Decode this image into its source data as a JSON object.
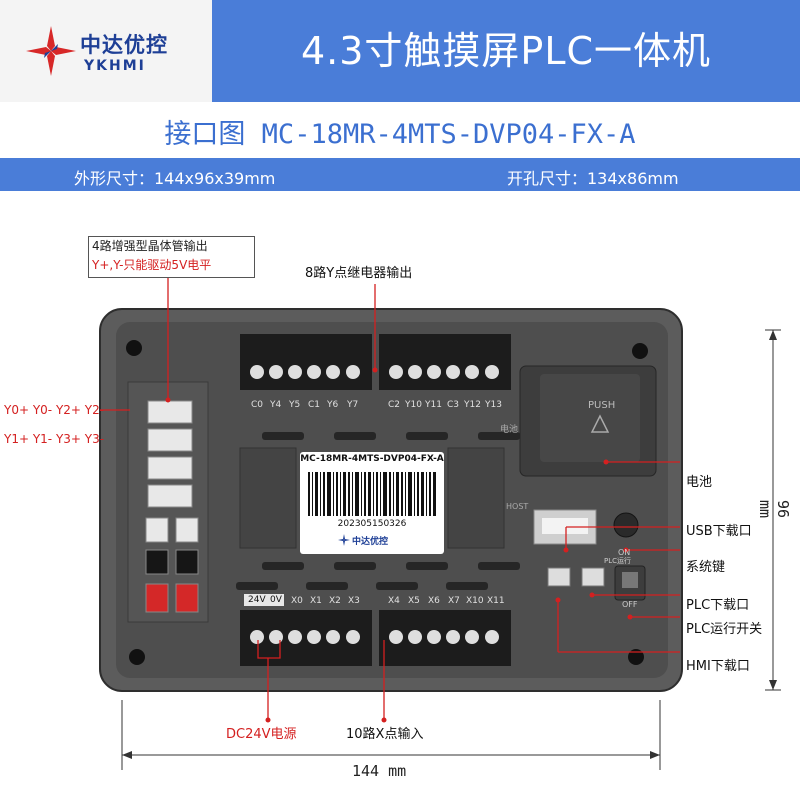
{
  "header": {
    "brand_name": "中达优控",
    "brand_sub": "YKHMI",
    "title": "4.3寸触摸屏PLC一体机",
    "brand_color": "#1e3f96",
    "bar_color": "#4a7dd8"
  },
  "subtitle": "接口图 MC-18MR-4MTS-DVP04-FX-A",
  "specs": {
    "outer": "外形尺寸：144x96x39mm",
    "cutout": "开孔尺寸：134x86mm"
  },
  "sticker": {
    "model": "MC-18MR-4MTS-DVP04-FX-A",
    "serial": "202305150326",
    "brand": "中达优控"
  },
  "callouts": {
    "transistor_note_1": "4路增强型晶体管输出",
    "transistor_note_2": "Y+,Y-只能驱动5V电平",
    "relay_out": "8路Y点继电器输出",
    "battery": "电池",
    "usb": "USB下载口",
    "sys_key": "系统键",
    "plc_dl": "PLC下载口",
    "run_switch": "PLC运行开关",
    "hmi_dl": "HMI下载口",
    "power": "DC24V电源",
    "inputs": "10路X点输入",
    "y_row1": "Y0+ Y0- Y2+ Y2-",
    "y_row2": "Y1+ Y1- Y3+ Y3-"
  },
  "dimensions": {
    "height": "96 mm",
    "width": "144 mm"
  },
  "terminals_top_left": [
    "C0",
    "Y4",
    "Y5",
    "C1",
    "Y6",
    "Y7"
  ],
  "terminals_top_right": [
    "C2",
    "Y10",
    "Y11",
    "C3",
    "Y12",
    "Y13"
  ],
  "terminals_bottom_left": [
    "24V",
    "0V",
    "X0",
    "X1",
    "X2",
    "X3"
  ],
  "terminals_bottom_right": [
    "X4",
    "X5",
    "X6",
    "X7",
    "X10",
    "X11"
  ],
  "device_labels": {
    "push": "PUSH",
    "battery_mark": "电池",
    "host": "HOST",
    "on": "ON",
    "off": "OFF",
    "plc_run": "PLC运行"
  },
  "icons": [
    "yk-star-logo-icon",
    "barcode",
    "arrow-triangle-icon"
  ]
}
